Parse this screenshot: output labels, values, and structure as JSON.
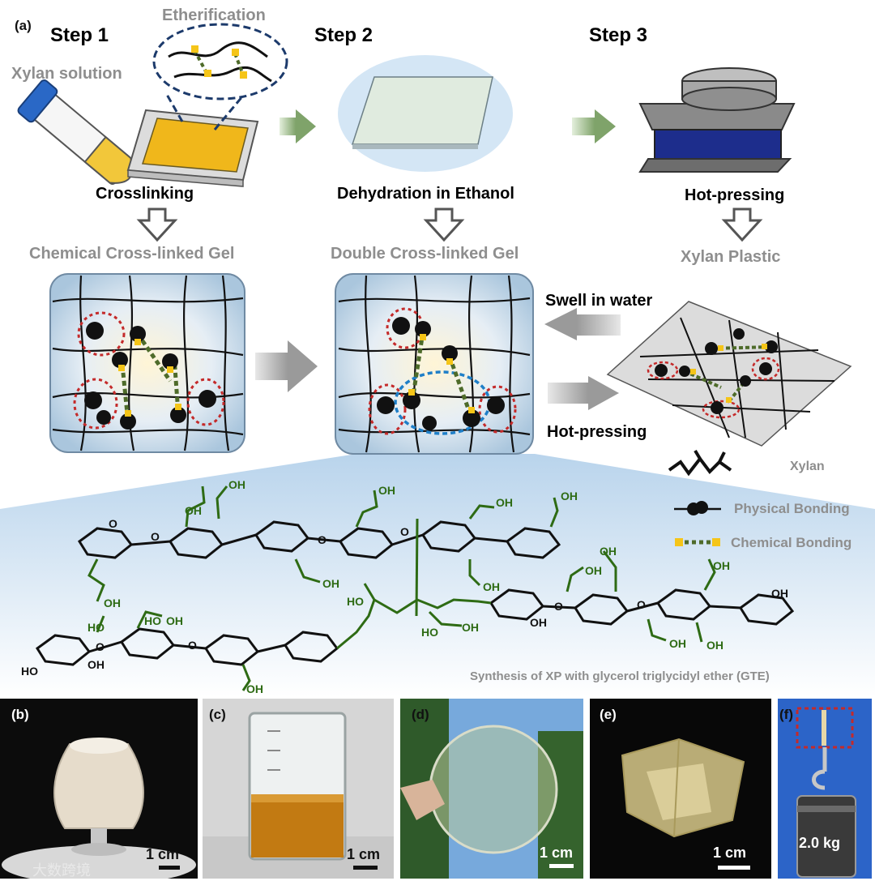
{
  "panel_labels": {
    "a": "(a)",
    "b": "(b)",
    "c": "(c)",
    "d": "(d)",
    "e": "(e)",
    "f": "(f)"
  },
  "steps": {
    "step1": "Step 1",
    "step2": "Step 2",
    "step3": "Step 3"
  },
  "top_labels": {
    "etherification": "Etherification",
    "xylan_solution": "Xylan solution",
    "crosslinking": "Crosslinking",
    "dehydration": "Dehydration in Ethanol",
    "hot_pressing_top": "Hot-pressing"
  },
  "products": {
    "chemical_gel": "Chemical Cross-linked Gel",
    "double_gel": "Double Cross-linked Gel",
    "xylan_plastic": "Xylan Plastic"
  },
  "arrows": {
    "swell": "Swell in water",
    "hot_pressing": "Hot-pressing"
  },
  "legend": {
    "xylan": "Xylan",
    "physical": "Physical Bonding",
    "chemical": "Chemical Bonding"
  },
  "chem": {
    "oh": "OH",
    "ho": "HO",
    "o": "O",
    "caption": "Synthesis of XP with glycerol triglycidyl ether (GTE)"
  },
  "scales": {
    "b": "1 cm",
    "c": "1 cm",
    "d": "1 cm",
    "e": "1 cm",
    "weight": "2.0 kg"
  },
  "watermark": "大数跨境",
  "colors": {
    "green": "#2e6b14",
    "grey_text": "#8e8e8e",
    "gel_fill": "#cfe1ef",
    "yellow": "#f5c518",
    "red_dash": "#c42a2a",
    "blue_dash": "#1f7fc8"
  }
}
